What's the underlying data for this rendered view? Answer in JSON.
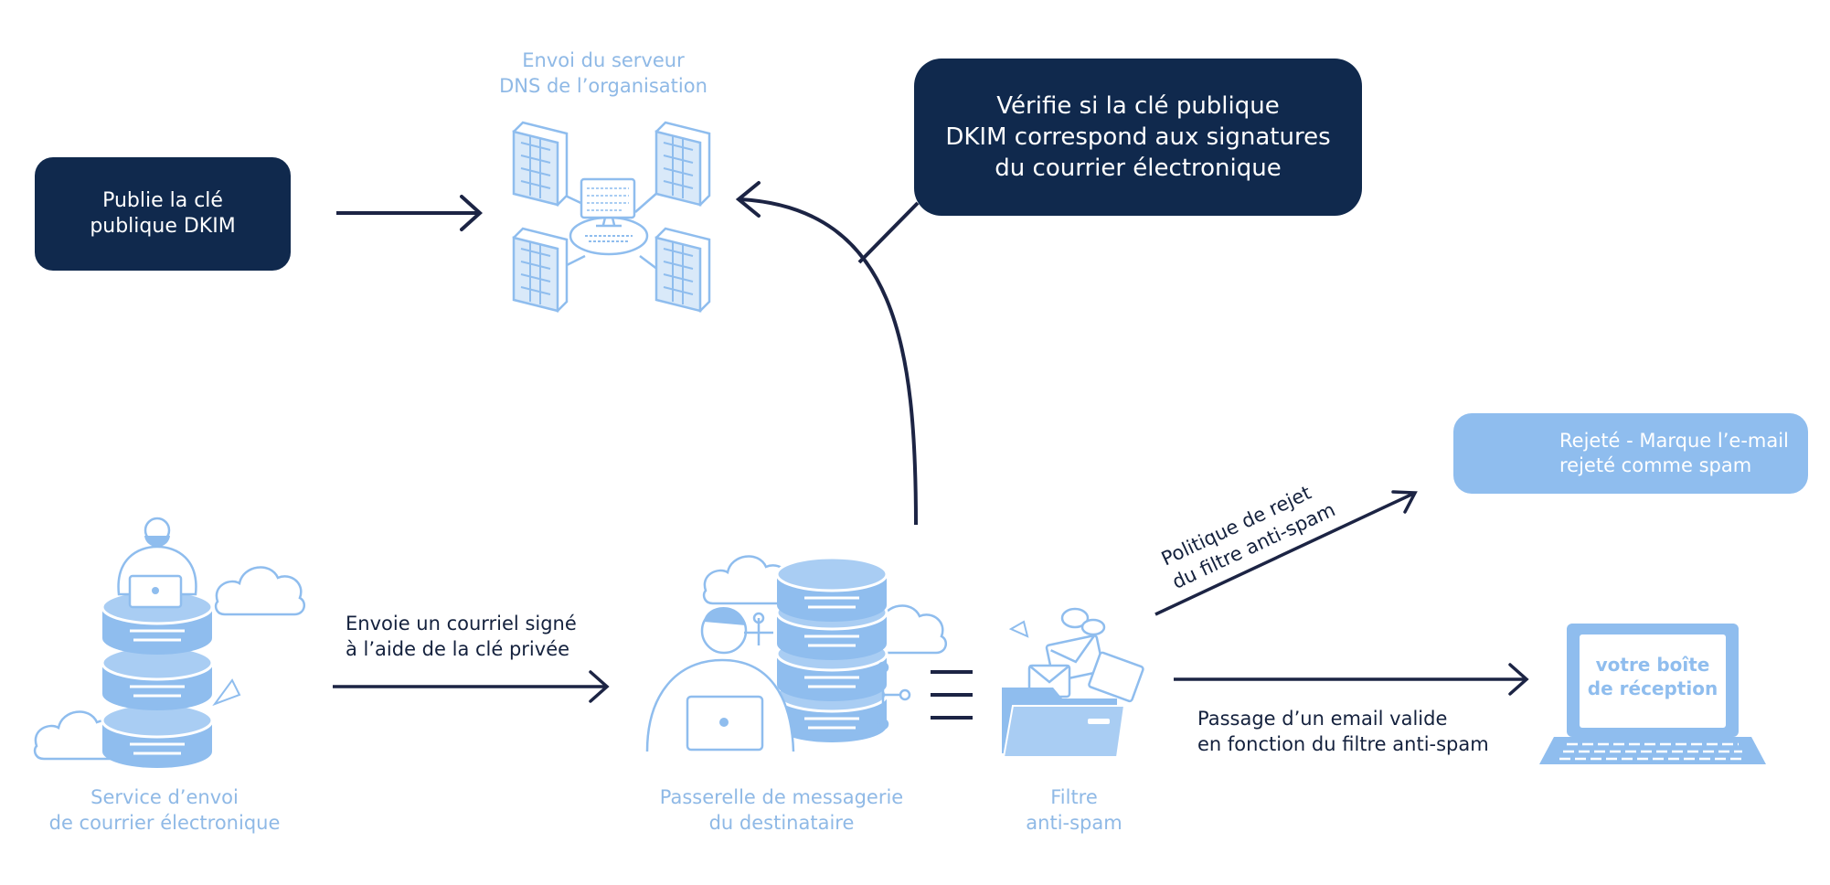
{
  "nodes": {
    "publish_box": {
      "lines": [
        "Publie la clé",
        "publique DKIM"
      ]
    },
    "verify_box": {
      "lines": [
        "Vérifie si la clé publique",
        "DKIM correspond aux signatures",
        "du courrier électronique"
      ]
    },
    "dns_server": {
      "lines": [
        "Envoi du serveur",
        "DNS de l’organisation"
      ]
    },
    "sending_service": {
      "lines": [
        "Service d’envoi",
        "de courrier électronique"
      ]
    },
    "recipient_gateway": {
      "lines": [
        "Passerelle de messagerie",
        "du destinataire"
      ]
    },
    "spam_filter": {
      "lines": [
        "Filtre",
        "anti-spam"
      ]
    },
    "inbox": {
      "screen_lines": [
        "votre boîte",
        "de réception"
      ]
    },
    "rejected": {
      "lines": [
        "Rejeté - Marque l’e-mail",
        "rejeté comme spam"
      ],
      "icon": "thumbs-down-icon"
    }
  },
  "edges": {
    "signed_email": {
      "lines": [
        "Envoie un courriel signé",
        "à l’aide de la clé privée"
      ]
    },
    "reject_policy": {
      "lines": [
        "Politique de rejet",
        "du filtre anti-spam"
      ]
    },
    "valid_pass": {
      "lines": [
        "Passage d’un email valide",
        "en fonction du filtre anti-spam"
      ]
    }
  },
  "colors": {
    "dark_navy": "#10294d",
    "light_blue": "#8fbdee",
    "pale_blue": "#cfe3f7",
    "line": "#1c2444"
  }
}
